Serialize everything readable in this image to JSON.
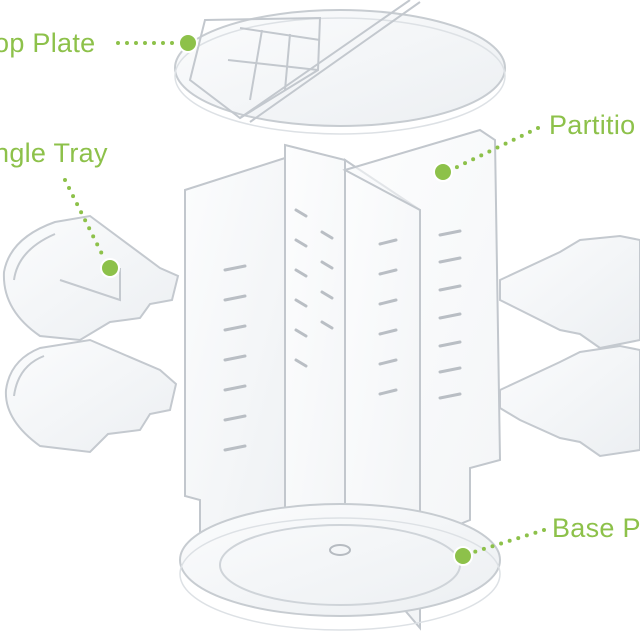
{
  "labels": {
    "top_plate": "op Plate",
    "angle_tray": "ngle Tray",
    "partition": "Partitio",
    "base_plate": "Base P"
  },
  "colors": {
    "accent": "#8dc14a",
    "acrylic_edge": "#c9ced3",
    "acrylic_fill": "#f3f5f7",
    "background": "#ffffff"
  }
}
